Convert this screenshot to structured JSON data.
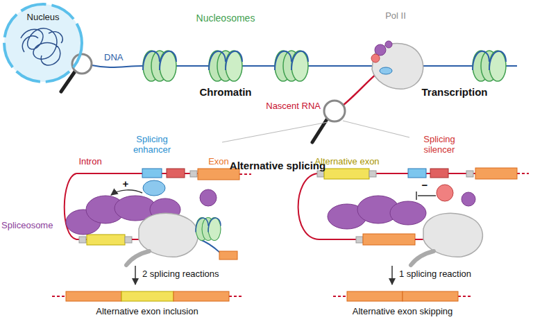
{
  "diagram": {
    "nodes": [
      {
        "text": [
          "Nucleus"
        ]
      }
    ],
    "labels": [
      "DNA",
      "Nucleosomes",
      "Pol II",
      "Chromatin",
      "Transcription",
      "Nascent RNA",
      "Alternative splicing",
      "Intron",
      "Splicing enhancer",
      "Exon",
      "+",
      "Spliceosome",
      "2 splicing reactions",
      "Alternative exon inclusion",
      "Alternative exon",
      "Splicing silencer",
      "−",
      "1 splicing reaction",
      "Alternative exon skipping"
    ]
  }
}
